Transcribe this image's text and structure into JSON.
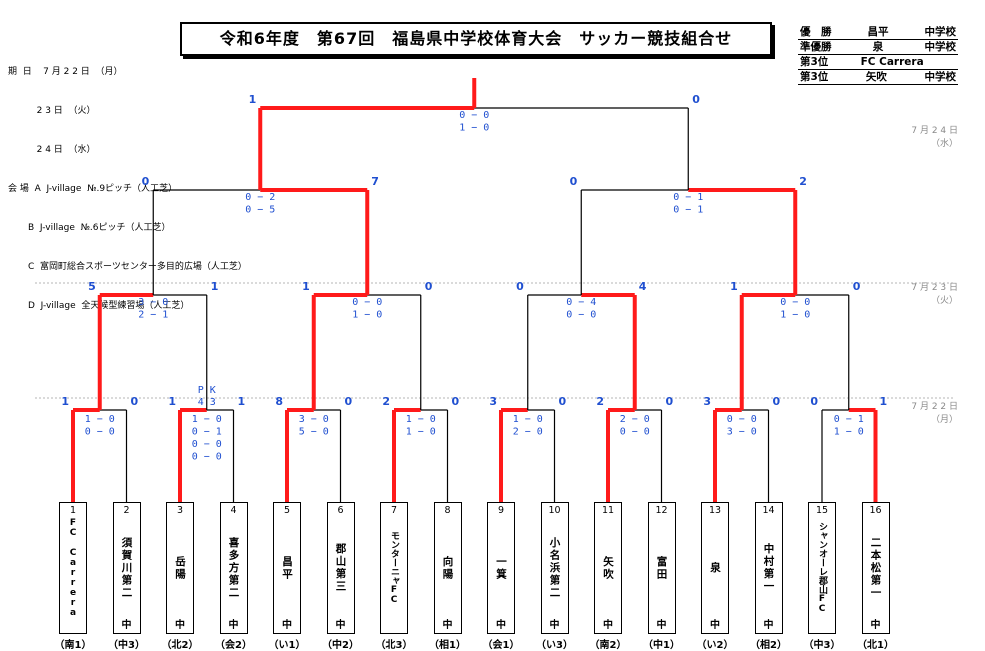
{
  "title": "令和6年度　第67回　福島県中学校体育大会　サッカー競技組合せ",
  "info_lines": [
    "期  日    7 月 2 2 日  （月）",
    "          2 3 日  （火）",
    "          2 4 日  （水）",
    "会 場  A  J-village  №.9ピッチ（人工芝）",
    "       B  J-village  №.6ピッチ（人工芝）",
    "       C  富岡町総合スポーツセンター多目的広場（人工芝）",
    "       D  J-village  全天候型練習場（人工芝）"
  ],
  "results": [
    {
      "rank": "優　勝",
      "team": "昌平",
      "suffix": "中学校"
    },
    {
      "rank": "準優勝",
      "team": "泉",
      "suffix": "中学校"
    },
    {
      "rank": "第3位",
      "team": "FC Carrera",
      "suffix": ""
    },
    {
      "rank": "第3位",
      "team": "矢吹",
      "suffix": "中学校"
    }
  ],
  "dates": {
    "day3": "7 月 2 4 日",
    "day3_dow": "（水）",
    "day2": "7 月 2 3 日",
    "day2_dow": "（火）",
    "day1": "7 月 2 2 日",
    "day1_dow": "（月）"
  },
  "pk_label": "P K",
  "teams": [
    {
      "num": "1",
      "name": "FC Carrera",
      "suffix": "",
      "region": "（南1）"
    },
    {
      "num": "2",
      "name": "須賀川第二",
      "suffix": "中",
      "region": "（中3）"
    },
    {
      "num": "3",
      "name": "岳陽",
      "suffix": "中",
      "region": "（北2）"
    },
    {
      "num": "4",
      "name": "喜多方第二",
      "suffix": "中",
      "region": "（会2）"
    },
    {
      "num": "5",
      "name": "昌平",
      "suffix": "中",
      "region": "（い1）"
    },
    {
      "num": "6",
      "name": "郡山第三",
      "suffix": "中",
      "region": "（中2）"
    },
    {
      "num": "7",
      "name": "モンターニャFC",
      "suffix": "",
      "region": "（北3）"
    },
    {
      "num": "8",
      "name": "向陽",
      "suffix": "中",
      "region": "（相1）"
    },
    {
      "num": "9",
      "name": "一箕",
      "suffix": "中",
      "region": "（会1）"
    },
    {
      "num": "10",
      "name": "小名浜第二",
      "suffix": "中",
      "region": "（い3）"
    },
    {
      "num": "11",
      "name": "矢吹",
      "suffix": "中",
      "region": "（南2）"
    },
    {
      "num": "12",
      "name": "富田",
      "suffix": "中",
      "region": "（中1）"
    },
    {
      "num": "13",
      "name": "泉",
      "suffix": "中",
      "region": "（い2）"
    },
    {
      "num": "14",
      "name": "中村第一",
      "suffix": "中",
      "region": "（相2）"
    },
    {
      "num": "15",
      "name": "シャンオーレ郡山FC",
      "suffix": "",
      "region": "（中3）"
    },
    {
      "num": "16",
      "name": "二本松第一",
      "suffix": "中",
      "region": "（北1）"
    }
  ],
  "r1": [
    {
      "l": "1",
      "r": "0",
      "s": [
        "1 − 0",
        "0 − 0"
      ],
      "w": "L"
    },
    {
      "l": "1",
      "r": "1",
      "s": [
        "1 − 0",
        "0 − 1",
        "0 − 0",
        "0 − 0"
      ],
      "w": "L",
      "pk": "4  3"
    },
    {
      "l": "8",
      "r": "0",
      "s": [
        "3 − 0",
        "5 − 0"
      ],
      "w": "L"
    },
    {
      "l": "2",
      "r": "0",
      "s": [
        "1 − 0",
        "1 − 0"
      ],
      "w": "L"
    },
    {
      "l": "3",
      "r": "0",
      "s": [
        "1 − 0",
        "2 − 0"
      ],
      "w": "L"
    },
    {
      "l": "2",
      "r": "0",
      "s": [
        "2 − 0",
        "0 − 0"
      ],
      "w": "L"
    },
    {
      "l": "3",
      "r": "0",
      "s": [
        "0 − 0",
        "3 − 0"
      ],
      "w": "L"
    },
    {
      "l": "0",
      "r": "1",
      "s": [
        "0 − 1",
        "1 − 0"
      ],
      "w": "R"
    }
  ],
  "r2": [
    {
      "l": "5",
      "r": "1",
      "s": [
        "3 − 0",
        "2 − 1"
      ],
      "w": "L"
    },
    {
      "l": "1",
      "r": "0",
      "s": [
        "0 − 0",
        "1 − 0"
      ],
      "w": "L"
    },
    {
      "l": "0",
      "r": "4",
      "s": [
        "0 − 4",
        "0 − 0"
      ],
      "w": "R"
    },
    {
      "l": "1",
      "r": "0",
      "s": [
        "0 − 0",
        "1 − 0"
      ],
      "w": "L"
    }
  ],
  "r3": [
    {
      "l": "0",
      "r": "7",
      "s": [
        "0 − 2",
        "0 − 5"
      ],
      "w": "R"
    },
    {
      "l": "0",
      "r": "2",
      "s": [
        "0 − 1",
        "0 − 1"
      ],
      "w": "R"
    }
  ],
  "final": {
    "l": "1",
    "r": "0",
    "s": [
      "0 − 0",
      "1 − 0"
    ],
    "w": "L"
  },
  "colors": {
    "win_line": "#ff1a1a",
    "score": "#1f4fd0",
    "date": "#8a8a8a"
  }
}
